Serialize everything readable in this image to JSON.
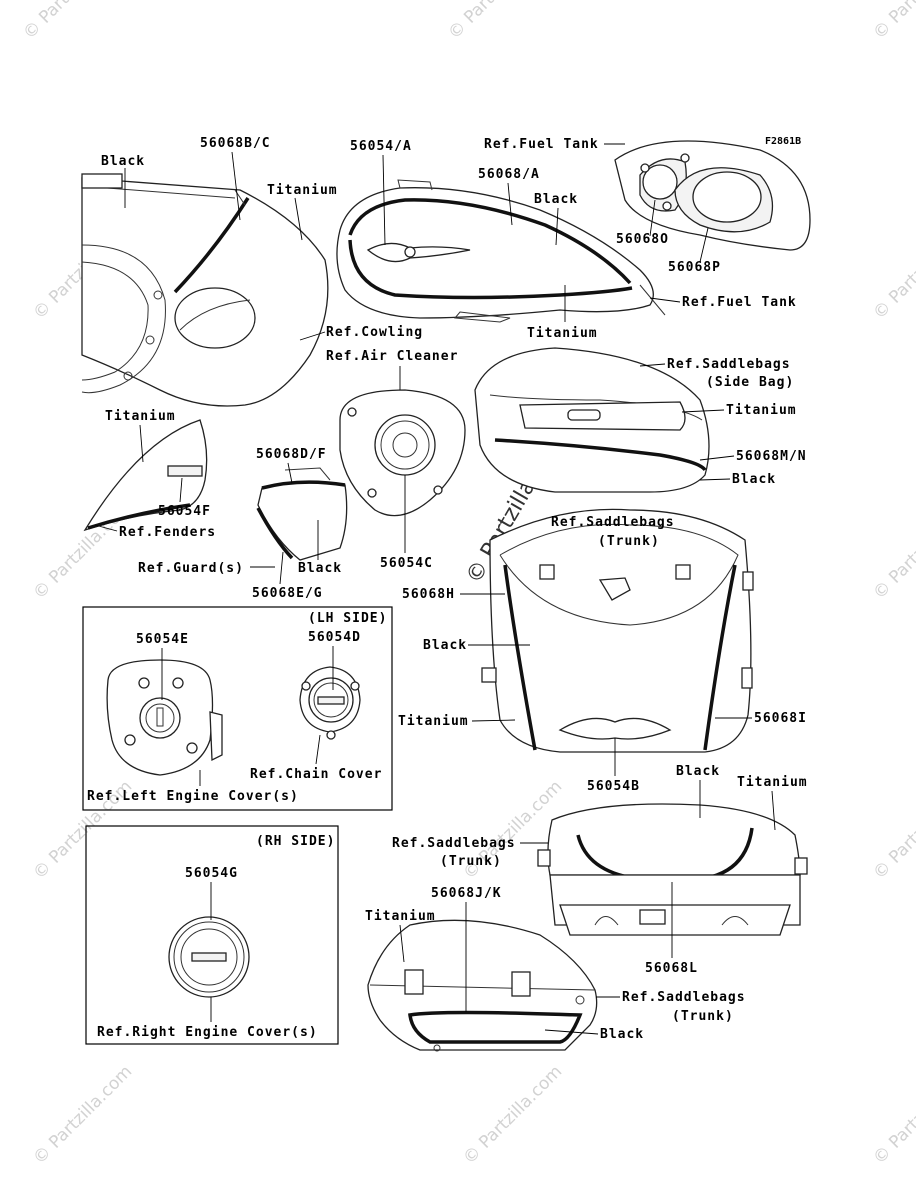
{
  "figure_code": "F2861B",
  "watermark": "© Partzilla.com",
  "sections": {
    "lh_side": "(LH SIDE)",
    "rh_side": "(RH SIDE)"
  },
  "labels": {
    "black_cowl": "Black",
    "p56068bc": "56068B/C",
    "titanium_cowl": "Titanium",
    "ref_cowling": "Ref.Cowling",
    "p56054a": "56054/A",
    "p56068a": "56068/A",
    "ref_fuel_tank_top": "Ref.Fuel Tank",
    "black_tank": "Black",
    "titanium_tank": "Titanium",
    "ref_fuel_tank_right": "Ref.Fuel Tank",
    "p56068o": "56068O",
    "p56068p": "56068P",
    "ref_air_cleaner": "Ref.Air Cleaner",
    "p56054c": "56054C",
    "ref_saddlebags_side_1": "Ref.Saddlebags",
    "ref_saddlebags_side_2": "(Side Bag)",
    "titanium_sidebag": "Titanium",
    "p56068mn": "56068M/N",
    "black_sidebag": "Black",
    "titanium_fender": "Titanium",
    "p56054f": "56054F",
    "ref_fenders": "Ref.Fenders",
    "p56068df": "56068D/F",
    "black_guard": "Black",
    "ref_guards": "Ref.Guard(s)",
    "p56068eg": "56068E/G",
    "ref_saddlebags_trunk_1": "Ref.Saddlebags",
    "ref_saddlebags_trunk_2": "(Trunk)",
    "p56068h": "56068H",
    "black_trunk_front": "Black",
    "titanium_trunk_front": "Titanium",
    "p56068i": "56068I",
    "p56054b": "56054B",
    "p56054e": "56054E",
    "p56054d": "56054D",
    "ref_chain_cover": "Ref.Chain Cover",
    "ref_left_engine_cover": "Ref.Left Engine Cover(s)",
    "p56054g": "56054G",
    "ref_right_engine_cover": "Ref.Right Engine Cover(s)",
    "black_trunk_rear": "Black",
    "titanium_trunk_rear": "Titanium",
    "ref_saddlebags_trunk_rear_1": "Ref.Saddlebags",
    "ref_saddlebags_trunk_rear_2": "(Trunk)",
    "p56068l": "56068L",
    "titanium_trunk_side": "Titanium",
    "p56068jk": "56068J/K",
    "ref_saddlebags_trunk_side_1": "Ref.Saddlebags",
    "ref_saddlebags_trunk_side_2": "(Trunk)",
    "black_trunk_side": "Black"
  }
}
